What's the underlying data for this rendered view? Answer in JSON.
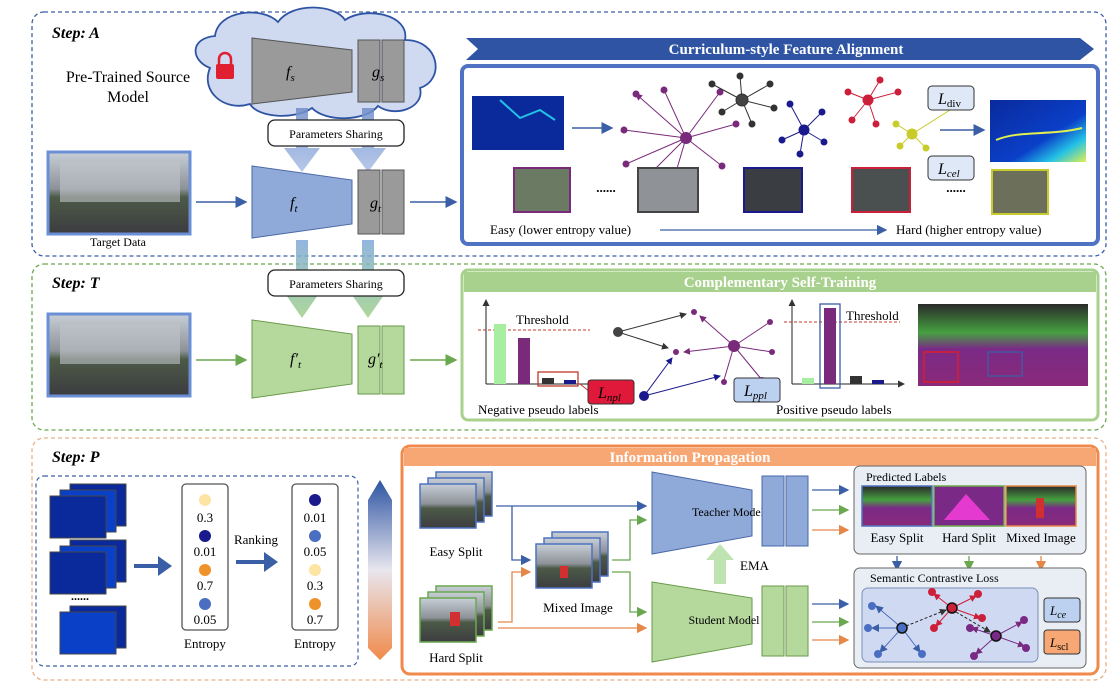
{
  "steps": {
    "a": "Step: A",
    "t": "Step: T",
    "p": "Step: P"
  },
  "step_a": {
    "source_model_line1": "Pre-Trained Source",
    "source_model_line2": "Model",
    "fs": "f",
    "fs_sub": "s",
    "gs": "g",
    "gs_sub": "s",
    "params_sharing": "Parameters Sharing",
    "ft": "f",
    "ft_sub": "t",
    "gt": "g",
    "gt_sub": "t",
    "target_data": "Target Data",
    "banner": "Curriculum-style Feature Alignment",
    "l_div": "L",
    "l_div_sub": "div",
    "l_cel": "L",
    "l_cel_sub": "cel",
    "dots1": "......",
    "dots2": "......",
    "easy": "Easy (lower entropy value)",
    "hard": "Hard (higher entropy value)"
  },
  "step_t": {
    "params_sharing": "Parameters Sharing",
    "ft_prime": "f′",
    "ft_prime_sub": "t",
    "gt_prime": "g′",
    "gt_prime_sub": "t",
    "banner": "Complementary Self-Training",
    "threshold1": "Threshold",
    "threshold2": "Threshold",
    "l_npl": "L",
    "l_npl_sub": "npl",
    "l_ppl": "L",
    "l_ppl_sub": "ppl",
    "neg_labels": "Negative pseudo labels",
    "pos_labels": "Positive pseudo labels"
  },
  "step_p": {
    "entropy_values": [
      "0.3",
      "0.01",
      "0.7",
      "0.05"
    ],
    "ranked_values": [
      "0.01",
      "0.05",
      "0.3",
      "0.7"
    ],
    "ranking": "Ranking",
    "entropy1": "Entropy",
    "entropy2": "Entropy",
    "dots": "......",
    "banner": "Information Propagation",
    "easy_split": "Easy Split",
    "hard_split": "Hard Split",
    "mixed_image": "Mixed Image",
    "teacher": "Teacher Model",
    "student": "Student Model",
    "ema": "EMA",
    "predicted_labels": "Predicted Labels",
    "pred_easy": "Easy Split",
    "pred_hard": "Hard Split",
    "pred_mixed": "Mixed Image",
    "contrastive": "Semantic Contrastive Loss",
    "l_ce": "L",
    "l_ce_sub": "ce",
    "l_scl": "L",
    "l_scl_sub": "scl"
  },
  "colors": {
    "blue_dash": "#3b5fa6",
    "green_dash": "#6aa84f",
    "orange_dash": "#e69a5c",
    "banner_blue": "#2e54a3",
    "banner_green": "#a9d18e",
    "banner_orange": "#f08a4b",
    "encoder_blue": "#8fa9d8",
    "encoder_green": "#b5d99c",
    "node_purple": "#7a2a7a",
    "node_red": "#cc1f3a",
    "node_navy": "#1a1a8c"
  }
}
